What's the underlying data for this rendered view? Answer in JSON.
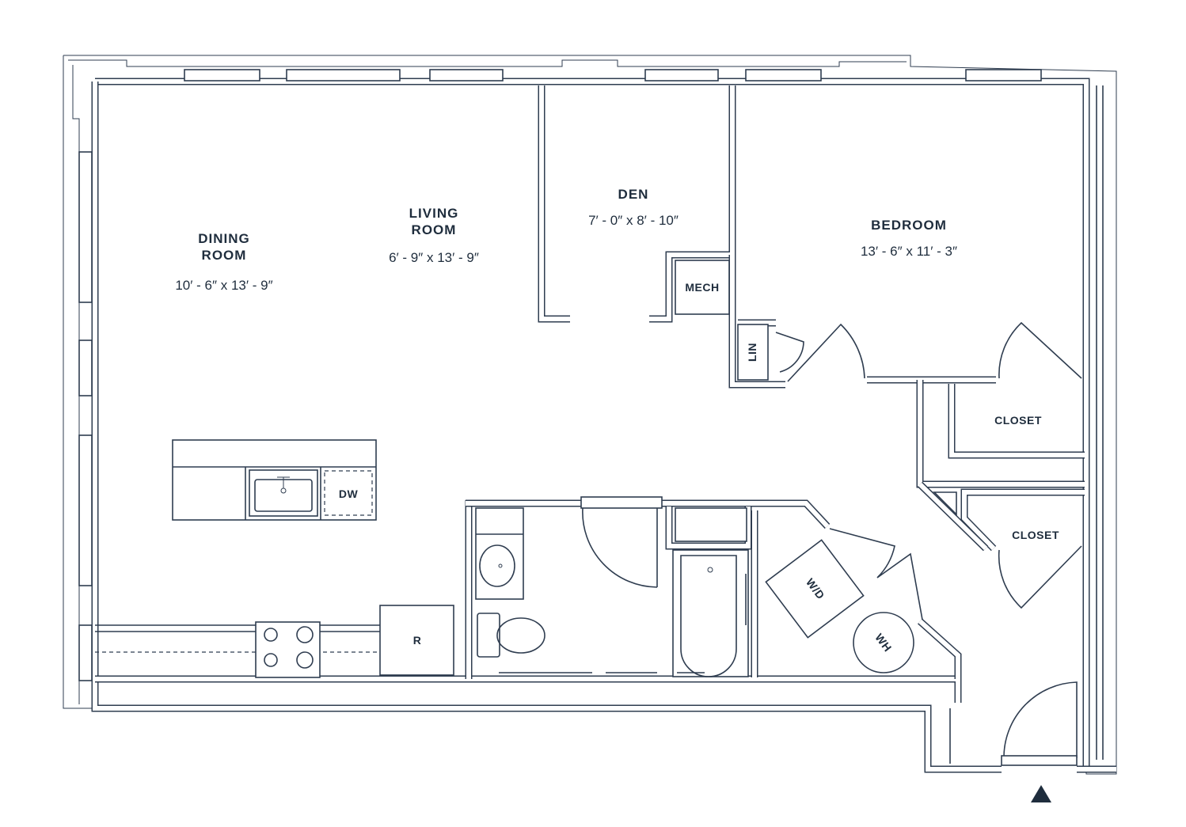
{
  "rooms": {
    "dining": {
      "line1": "DINING",
      "line2": "ROOM",
      "dims": "10′ - 6″ x 13′ - 9″"
    },
    "living": {
      "line1": "LIVING",
      "line2": "ROOM",
      "dims": "6′ - 9″ x 13′ - 9″"
    },
    "den": {
      "name": "DEN",
      "dims": "7′ - 0″ x 8′ - 10″"
    },
    "bedroom": {
      "name": "BEDROOM",
      "dims": "13′ - 6″ x 11′ - 3″"
    }
  },
  "labels": {
    "mech": "MECH",
    "lin": "LIN",
    "closet1": "CLOSET",
    "closet2": "CLOSET",
    "dishwasher": "DW",
    "refrigerator": "R",
    "washer_dryer": "W/D",
    "water_heater": "WH"
  },
  "colors": {
    "line": "#2f3d50",
    "text": "#1f2d3d"
  },
  "entry_marker_icon": "triangle-up"
}
